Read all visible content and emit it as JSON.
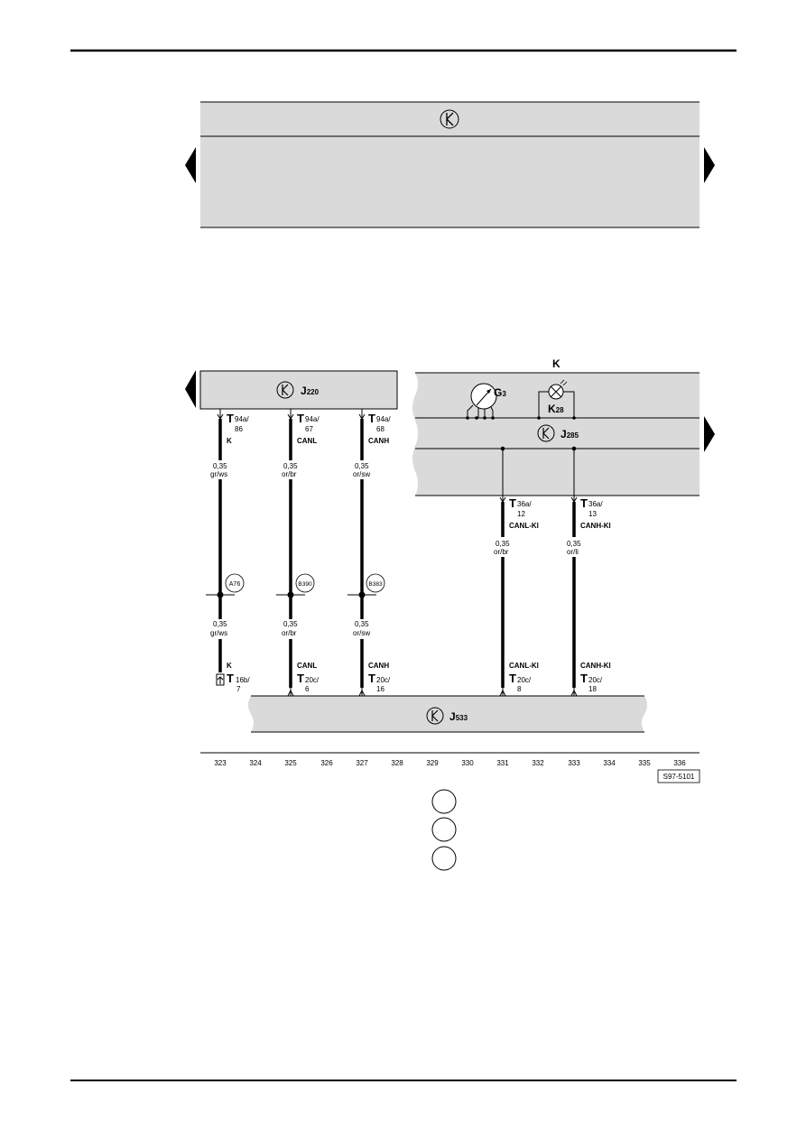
{
  "top_unit": {
    "icon": "k-diagnosis-icon"
  },
  "j220": {
    "letter": "J",
    "sub": "220",
    "icon": "k-diagnosis-icon"
  },
  "j285": {
    "letter": "J",
    "sub": "285",
    "icon": "k-diagnosis-icon"
  },
  "j533": {
    "letter": "J",
    "sub": "533",
    "icon": "k-diagnosis-icon"
  },
  "g3": {
    "letter": "G",
    "sub": "3",
    "icon": "gauge-icon"
  },
  "k28": {
    "letter": "K",
    "sub": "28",
    "icon": "warning-lamp-icon"
  },
  "k_heading": "K",
  "wires": [
    {
      "top_conn": "94a/",
      "top_pin": "86",
      "top_label": "K",
      "spec1": "0,35",
      "color1": "gr/ws",
      "splice": "A76",
      "spec2": "0,35",
      "color2": "gr/ws",
      "bot_label": "K",
      "bot_conn": "16b/",
      "bot_pin": "7"
    },
    {
      "top_conn": "94a/",
      "top_pin": "67",
      "top_label": "CANL",
      "spec1": "0,35",
      "color1": "or/br",
      "splice": "B390",
      "spec2": "0,35",
      "color2": "or/br",
      "bot_label": "CANL",
      "bot_conn": "20c/",
      "bot_pin": "6"
    },
    {
      "top_conn": "94a/",
      "top_pin": "68",
      "top_label": "CANH",
      "spec1": "0,35",
      "color1": "or/sw",
      "splice": "B383",
      "spec2": "0,35",
      "color2": "or/sw",
      "bot_label": "CANH",
      "bot_conn": "20c/",
      "bot_pin": "16"
    },
    {
      "top_conn": "36a/",
      "top_pin": "12",
      "top_label": "CANL-Kl",
      "spec1": "0,35",
      "color1": "or/br",
      "bot_label": "CANL-Kl",
      "bot_conn": "20c/",
      "bot_pin": "8"
    },
    {
      "top_conn": "36a/",
      "top_pin": "13",
      "top_label": "CANH-Kl",
      "spec1": "0,35",
      "color1": "or/li",
      "bot_label": "CANH-Kl",
      "bot_conn": "20c/",
      "bot_pin": "18"
    }
  ],
  "conn_letter": "T",
  "scale": [
    "323",
    "324",
    "325",
    "326",
    "327",
    "328",
    "329",
    "330",
    "331",
    "332",
    "333",
    "334",
    "335",
    "336"
  ],
  "drawing_id": "S97-5101"
}
